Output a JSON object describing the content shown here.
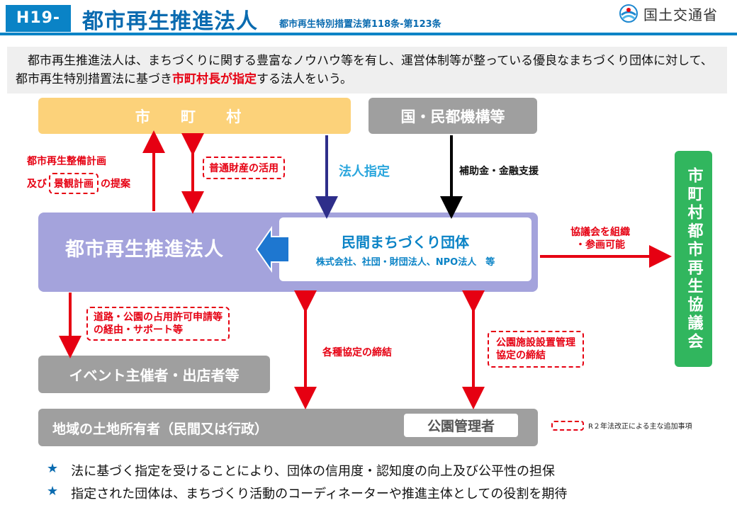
{
  "header": {
    "badge": "H19-",
    "title": "都市再生推進法人",
    "subtitle": "都市再生特別措置法第118条-第123条",
    "logo_text": "国土交通省"
  },
  "intro": {
    "part1": "都市再生推進法人は、まちづくりに関する豊富なノウハウ等を有し、運営体制等が整っている優良なまちづくり団体に対して、都市再生特別措置法に基づき",
    "highlight": "市町村長が指定",
    "part2": "する法人をいう。"
  },
  "boxes": {
    "city": "市 町 村",
    "national": "国・民都機構等",
    "main": "都市再生推進法人",
    "private_title": "民間まちづくり団体",
    "private_sub": "株式会社、社団・財団法人、NPO法人　等",
    "council": "市町村都市再生協議会",
    "event": "イベント主催者・出店者等",
    "land": "地域の土地所有者（民間又は行政）",
    "park": "公園管理者"
  },
  "labels": {
    "plan_line1": "都市再生整備計画",
    "plan_pre": "及び",
    "plan_boxed": "景観計画",
    "plan_post": "の提案",
    "property": "普通財産の活用",
    "designate": "法人指定",
    "subsidy": "補助金・金融支援",
    "council_line1": "協議会を組織",
    "council_line2": "・参画可能",
    "road_line1": "道路・公園の占用許可申請等",
    "road_line2": "の経由・サポート等",
    "agreements": "各種協定の締結",
    "park_line1": "公園施設設置管理",
    "park_line2": "協定の締結"
  },
  "legend": "R２年法改正による主な追加事項",
  "bullets": [
    "法に基づく指定を受けることにより、団体の信用度・認知度の向上及び公平性の担保",
    "指定された団体は、まちづくり活動のコーディネーターや推進主体としての役割を期待"
  ],
  "icons": {
    "star": "★",
    "bullet_icon": "star-icon",
    "logo_icon": "mlit-logo-icon"
  },
  "colors": {
    "accent_blue": "#0a83c6",
    "red": "#e60012",
    "city": "#fcd27a",
    "main": "#a4a3dc",
    "gray": "#9f9f9f",
    "council": "#31b65e"
  }
}
